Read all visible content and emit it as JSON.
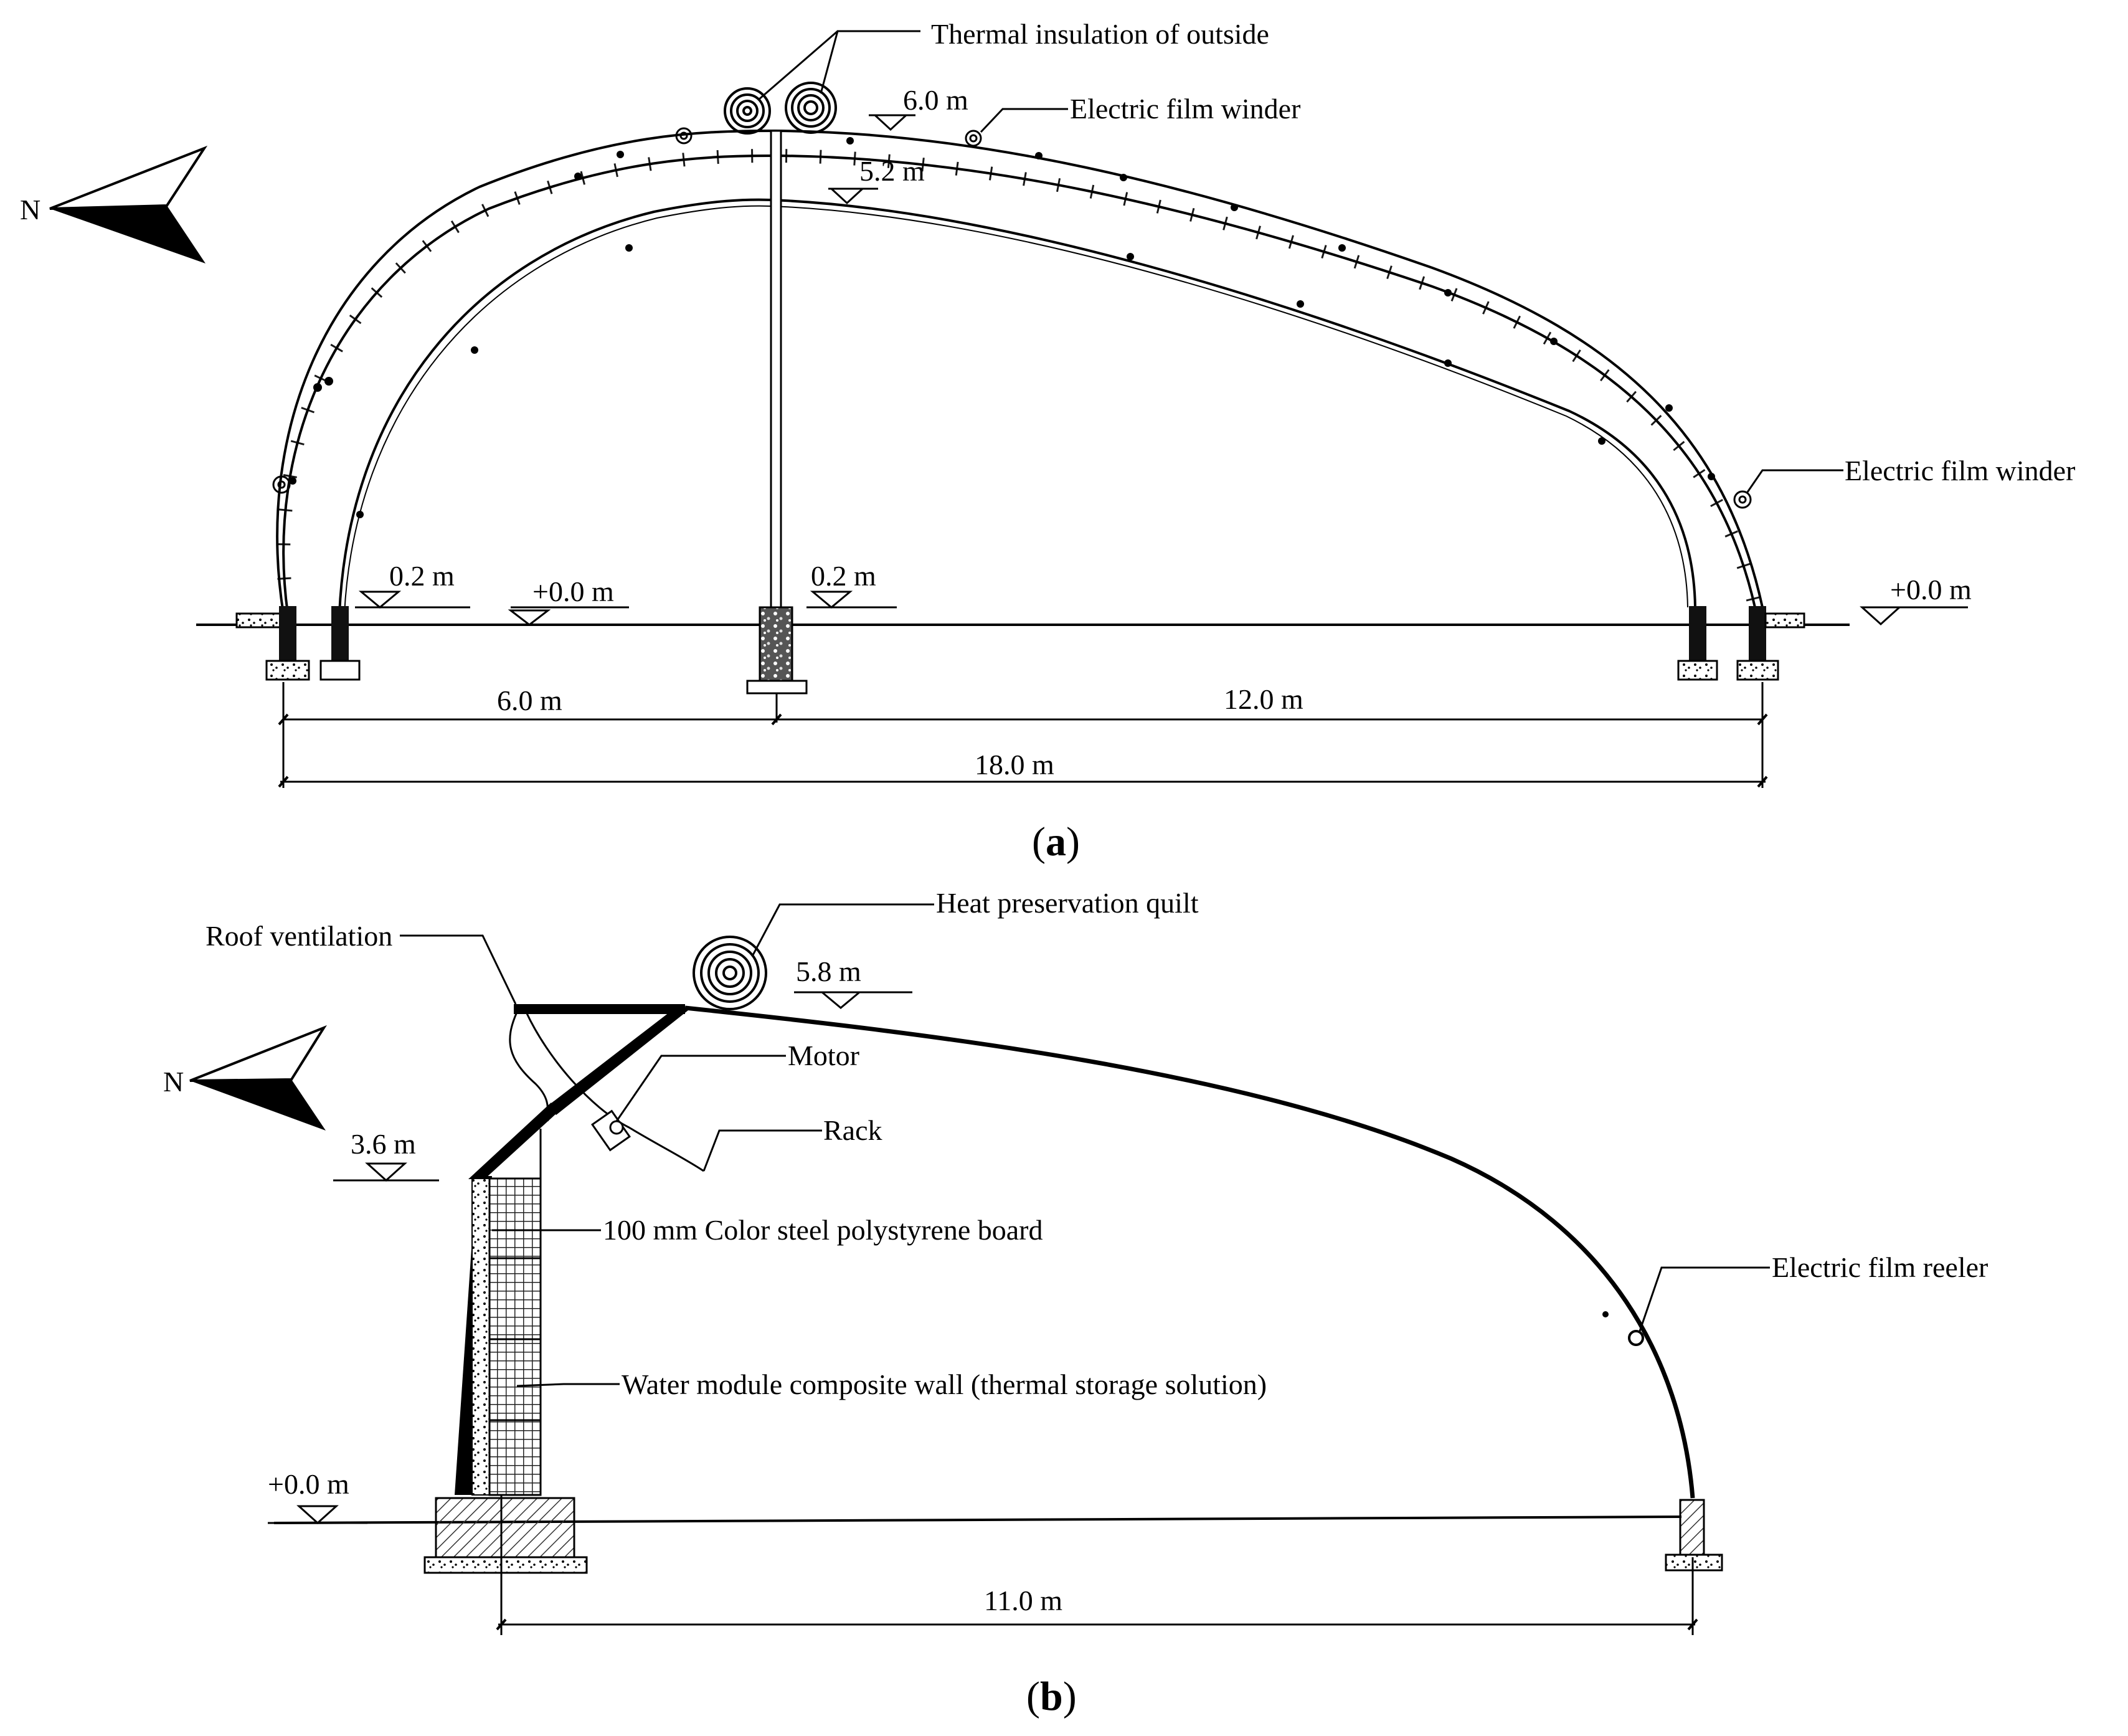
{
  "panel_a": {
    "caption_open": "(",
    "caption_letter": "a",
    "caption_close": ")",
    "north": "N",
    "thermal_insulation": "Thermal insulation of outside",
    "electric_film_winder_top": "Electric film winder",
    "electric_film_winder_right": "Electric film winder",
    "level_ridge": "6.0 m",
    "level_inner_ridge": "5.2 m",
    "level_left_inner": "0.2 m",
    "level_ground_left": "+0.0 m",
    "level_column": "0.2 m",
    "level_ground_right": "+0.0 m",
    "dim_south_span": "6.0 m",
    "dim_north_span": "12.0 m",
    "dim_total": "18.0 m"
  },
  "panel_b": {
    "caption_open": "(",
    "caption_letter": "b",
    "caption_close": ")",
    "north": "N",
    "heat_quilt": "Heat preservation quilt",
    "roof_ventilation": "Roof ventilation",
    "motor": "Motor",
    "rack": "Rack",
    "color_steel_board": "100 mm Color steel polystyrene board",
    "water_module_wall": "Water module composite wall (thermal storage solution)",
    "electric_film_reeler": "Electric film reeler",
    "level_ridge": "5.8 m",
    "level_wall": "3.6 m",
    "level_ground": "+0.0 m",
    "dim_span": "11.0 m"
  },
  "colors": {
    "ink": "#000000",
    "background": "#ffffff",
    "hatch": "#333333"
  }
}
